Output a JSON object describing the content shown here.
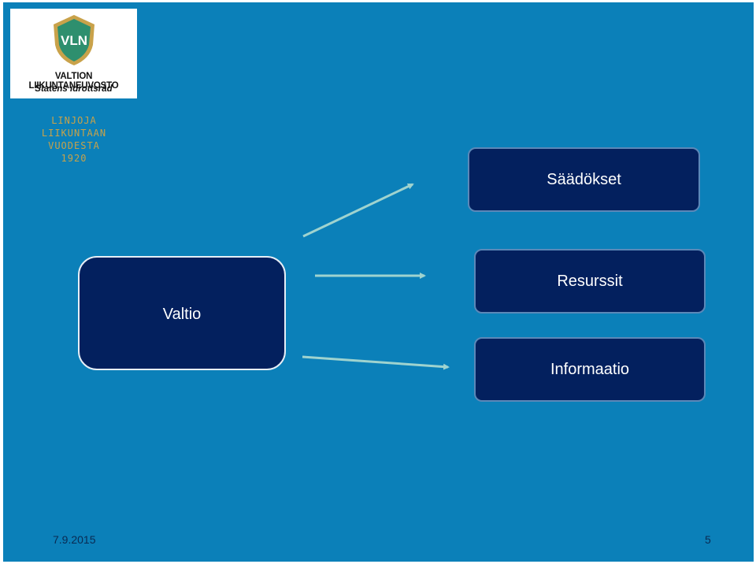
{
  "logo": {
    "badge_text": "VLN",
    "title": "VALTION LIIKUNTANEUVOSTO",
    "subtitle": "Statens idrottsråd"
  },
  "tagline": [
    "LINJOJA",
    "LIIKUNTAAN",
    "VUODESTA",
    "1920"
  ],
  "boxes": {
    "source": "Valtio",
    "targets": [
      "Säädökset",
      "Resurssit",
      "Informaatio"
    ]
  },
  "footer": {
    "date": "7.9.2015",
    "page_number": "5"
  },
  "colors": {
    "background": "#0b80b9",
    "box_fill": "#03205e",
    "arrow": "#9fd3cf",
    "tagline": "#c7a24a",
    "badge_shield": "#2e8f6e",
    "badge_border": "#c9a24a"
  }
}
